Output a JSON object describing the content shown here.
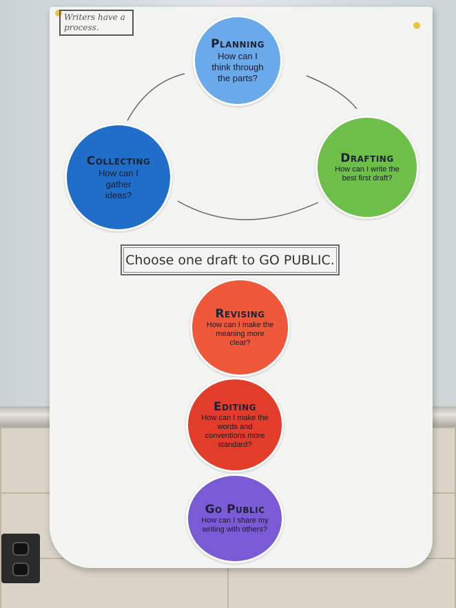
{
  "tag": "Writers have a process.",
  "banner": "Choose one draft to GO PUBLIC.",
  "stages": [
    {
      "title": "Planning",
      "question": "How can I think through the parts?",
      "color": "#6aaaea"
    },
    {
      "title": "Collecting",
      "question": "How can I gather ideas?",
      "color": "#1f6fc8"
    },
    {
      "title": "Drafting",
      "question": "How can I write the best first draft?",
      "color": "#6dbf4a"
    },
    {
      "title": "Revising",
      "question": "How can I make the meaning more clear?",
      "color": "#f0583a"
    },
    {
      "title": "Editing",
      "question": "How can I make the words and conventions more standard?",
      "color": "#e23c2a"
    },
    {
      "title": "Go Public",
      "question": "How can I share my writing with others?",
      "color": "#7b5bd5"
    }
  ]
}
